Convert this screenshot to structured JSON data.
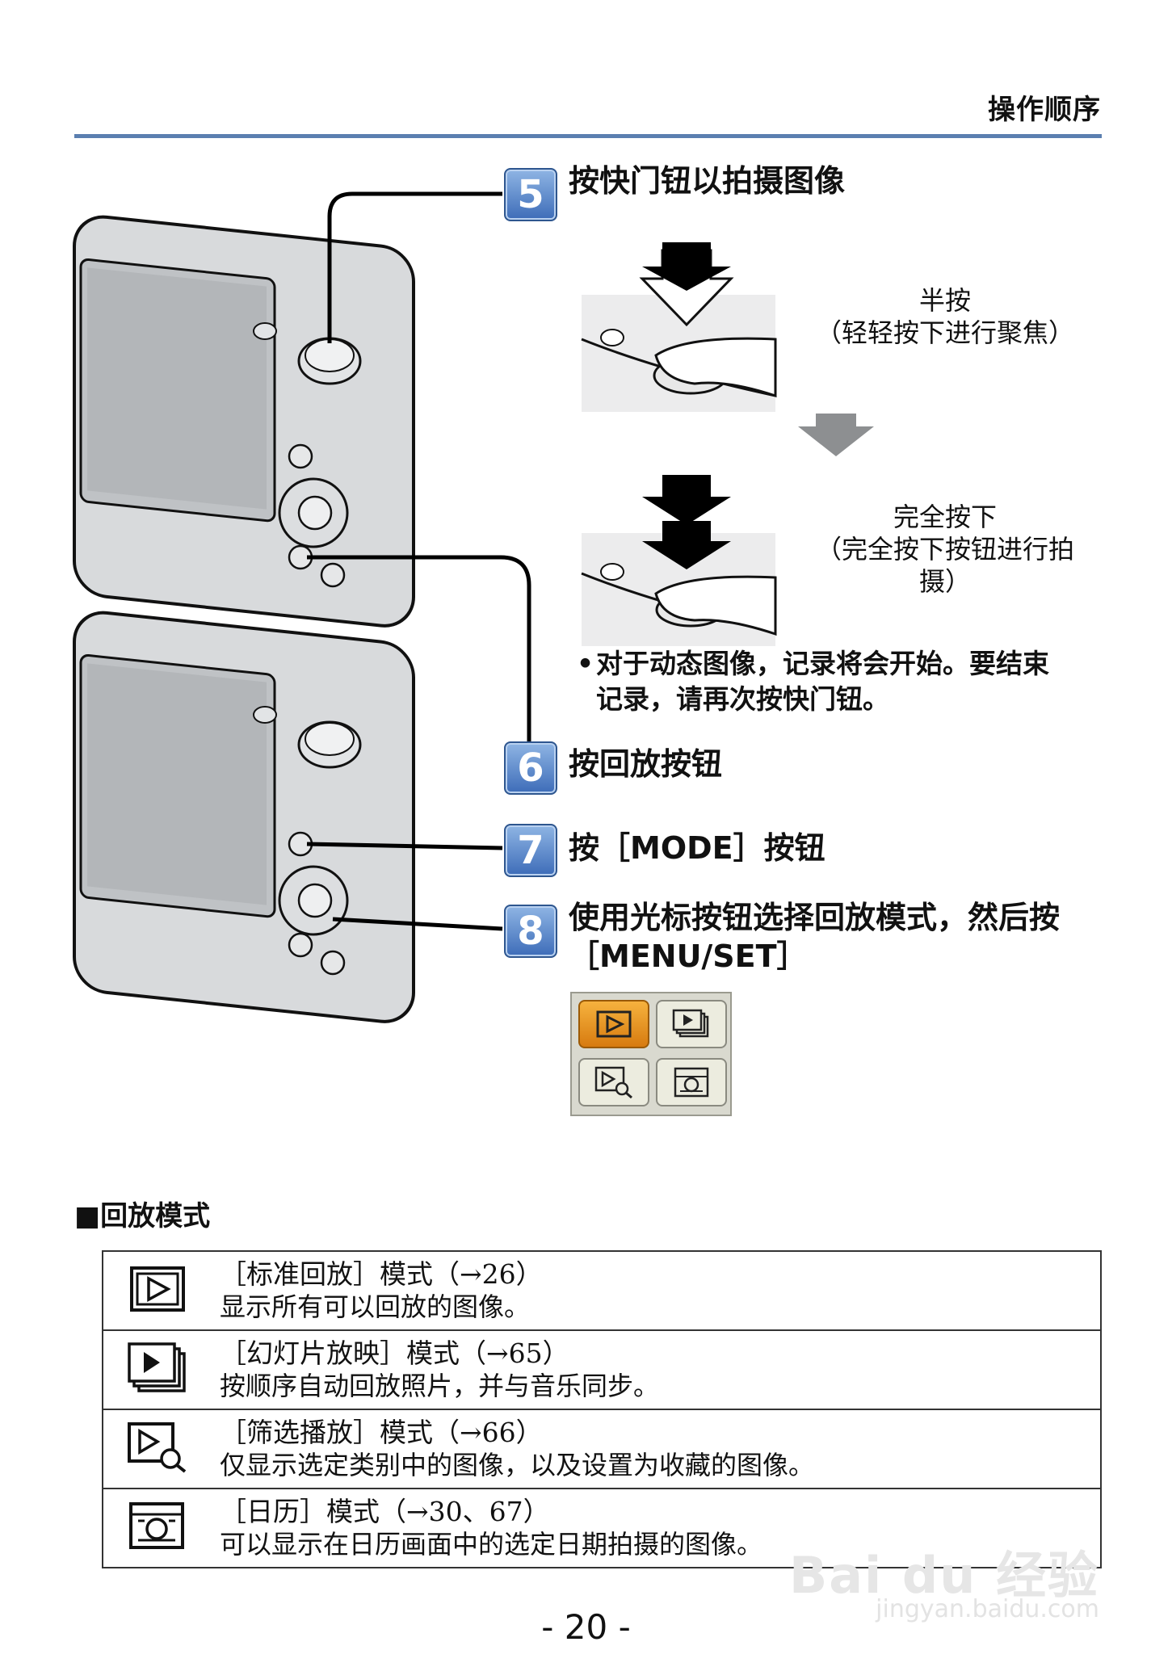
{
  "header": {
    "section": "操作顺序"
  },
  "steps": [
    {
      "num": "5",
      "text": "按快门钮以拍摄图像"
    },
    {
      "num": "6",
      "text": "按回放按钮"
    },
    {
      "num": "7",
      "text": "按［MODE］按钮"
    },
    {
      "num": "8",
      "text_line1": "使用光标按钮选择回放模式，然后按",
      "text_line2": "［MENU/SET］"
    }
  ],
  "press": {
    "half_label": "半按",
    "half_desc": "（轻轻按下进行聚焦）",
    "full_label": "完全按下",
    "full_desc_line1": "（完全按下按钮进行拍",
    "full_desc_line2": "摄）"
  },
  "note": {
    "bullet": "•",
    "line1": "对于动态图像，记录将会开始。要结束",
    "line2": "记录，请再次按快门钮。"
  },
  "section_title": "■回放模式",
  "modes": [
    {
      "icon": "normal-playback-icon",
      "name": "［标准回放］模式（→26）",
      "desc": "显示所有可以回放的图像。"
    },
    {
      "icon": "slide-show-icon",
      "name": "［幻灯片放映］模式（→65）",
      "desc": "按顺序自动回放照片，并与音乐同步。"
    },
    {
      "icon": "filtering-play-icon",
      "name": "［筛选播放］模式（→66）",
      "desc": "仅显示选定类别中的图像，以及设置为收藏的图像。"
    },
    {
      "icon": "calendar-icon",
      "name": "［日历］模式（→30、67）",
      "desc": "可以显示在日历画面中的选定日期拍摄的图像。"
    }
  ],
  "page_number": "- 20 -",
  "watermark": {
    "brand": "Bai du 经验",
    "url": "jingyan.baidu.com"
  },
  "colors": {
    "rule": "#5b7fb0",
    "step_badge": "#3d6cb8",
    "menu_selected": "#e8921f"
  }
}
